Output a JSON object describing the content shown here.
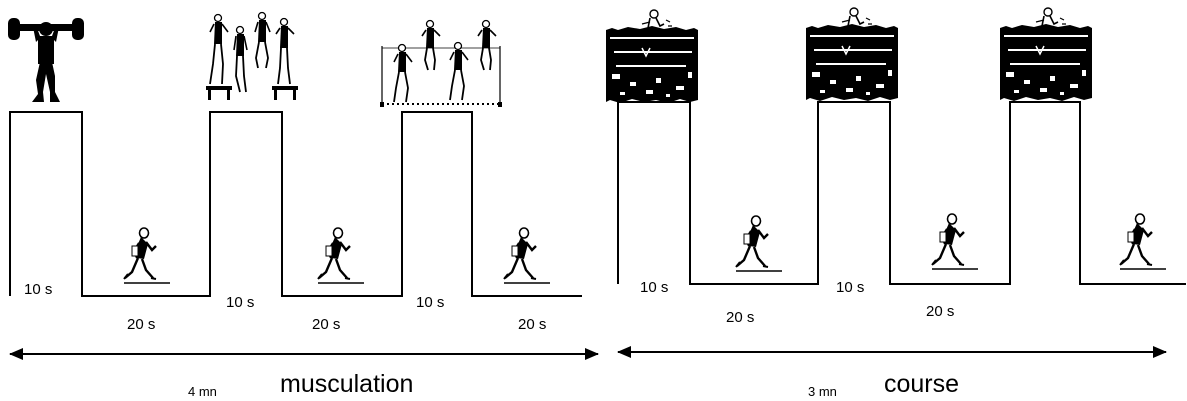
{
  "diagrams": [
    {
      "name": "musculation",
      "total_duration": "4 mn",
      "title": "musculation",
      "phases": [
        {
          "type": "effort",
          "label": "10 s",
          "activity": "weightlifting"
        },
        {
          "type": "recovery",
          "label": "20 s",
          "activity": "running"
        },
        {
          "type": "effort",
          "label": "10 s",
          "activity": "bench-jumps"
        },
        {
          "type": "recovery",
          "label": "20 s",
          "activity": "running"
        },
        {
          "type": "effort",
          "label": "10 s",
          "activity": "hurdle-jumps"
        },
        {
          "type": "recovery",
          "label": "20 s",
          "activity": "running"
        }
      ]
    },
    {
      "name": "course",
      "total_duration": "3 mn",
      "title": "course",
      "phases": [
        {
          "type": "effort",
          "label": "10 s",
          "activity": "sprint-track"
        },
        {
          "type": "recovery",
          "label": "20 s",
          "activity": "running"
        },
        {
          "type": "effort",
          "label": "10 s",
          "activity": "sprint-track"
        },
        {
          "type": "recovery",
          "label": "20 s",
          "activity": "running"
        },
        {
          "type": "effort",
          "label": "",
          "activity": "sprint-track"
        },
        {
          "type": "recovery",
          "label": "",
          "activity": "running"
        }
      ]
    }
  ],
  "colors": {
    "line": "#000000",
    "background": "#ffffff"
  },
  "icons": [
    "weightlifter-icon",
    "bench-jumps-icon",
    "hurdle-jumps-icon",
    "runner-icon",
    "sprint-track-icon"
  ]
}
